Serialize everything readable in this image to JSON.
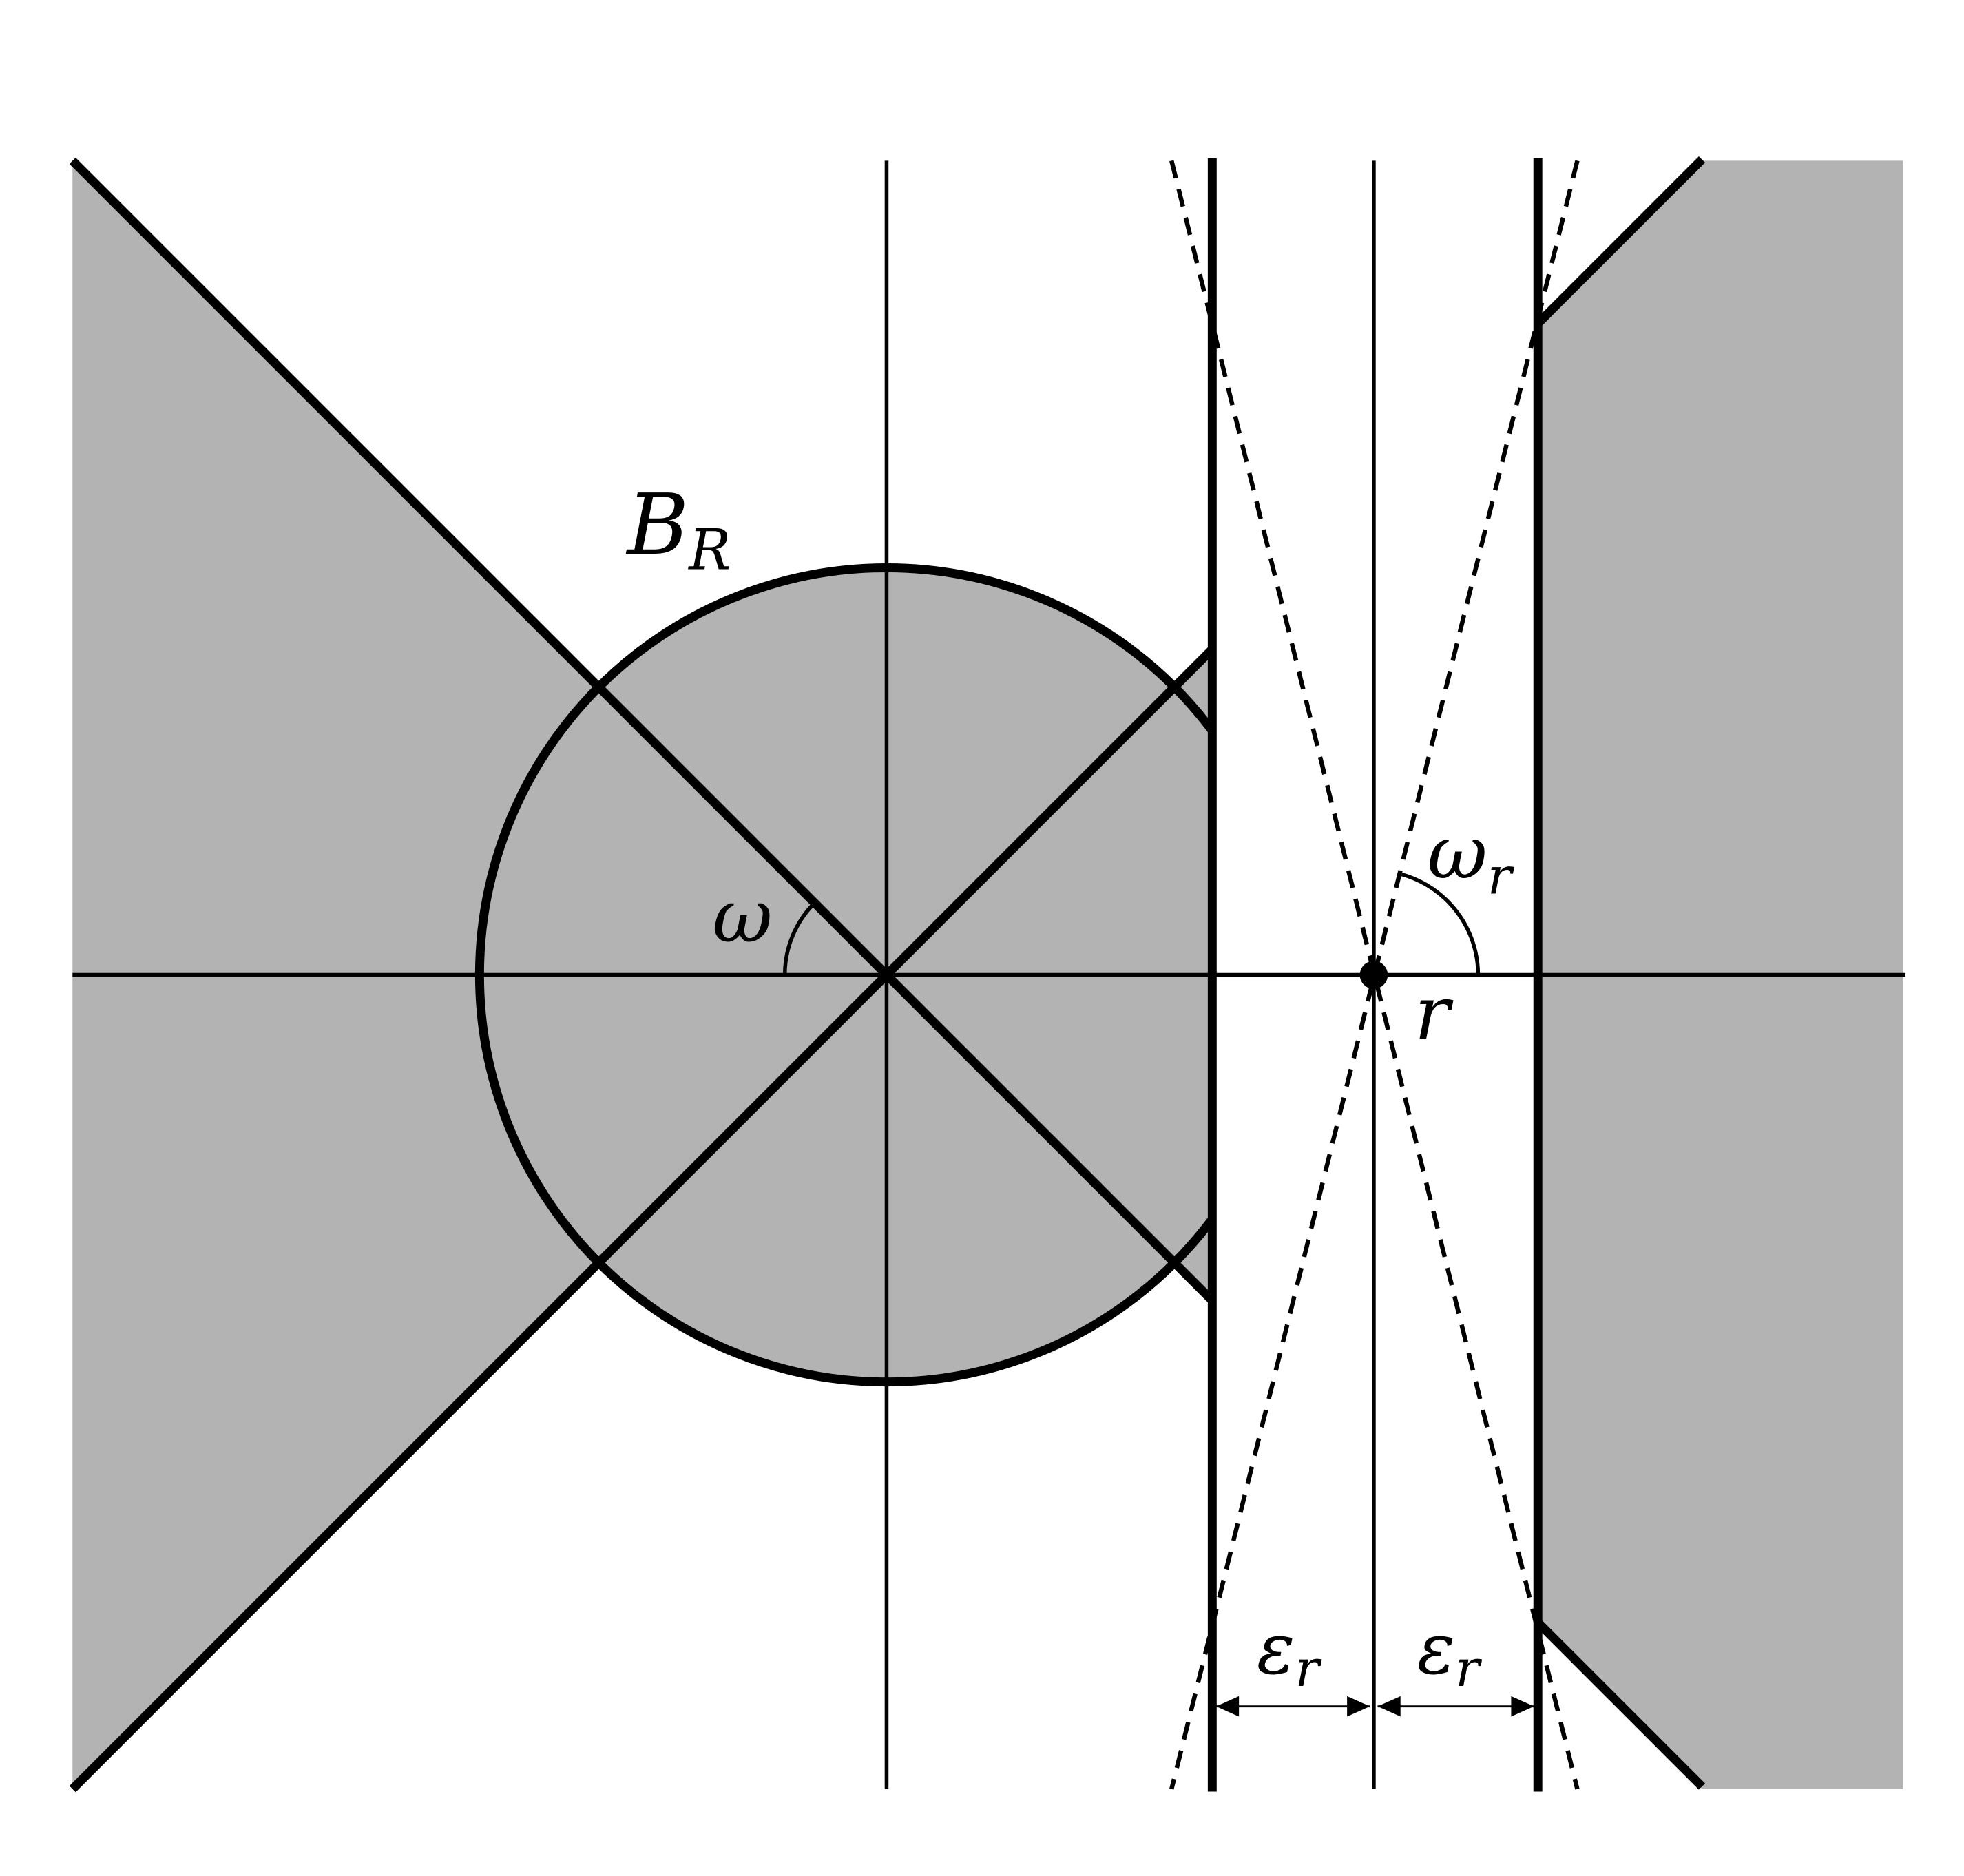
{
  "diagram": {
    "labels": {
      "ball": {
        "main": "B",
        "sub": "R"
      },
      "angle_left": "ω",
      "angle_right": {
        "main": "ω",
        "sub": "r"
      },
      "point": "r",
      "eps_left": {
        "main": "ε",
        "sub": "r"
      },
      "eps_right": {
        "main": "ε",
        "sub": "r"
      }
    },
    "colors": {
      "region_fill": "#b3b3b3",
      "stroke": "#000000",
      "background": "#ffffff"
    }
  }
}
